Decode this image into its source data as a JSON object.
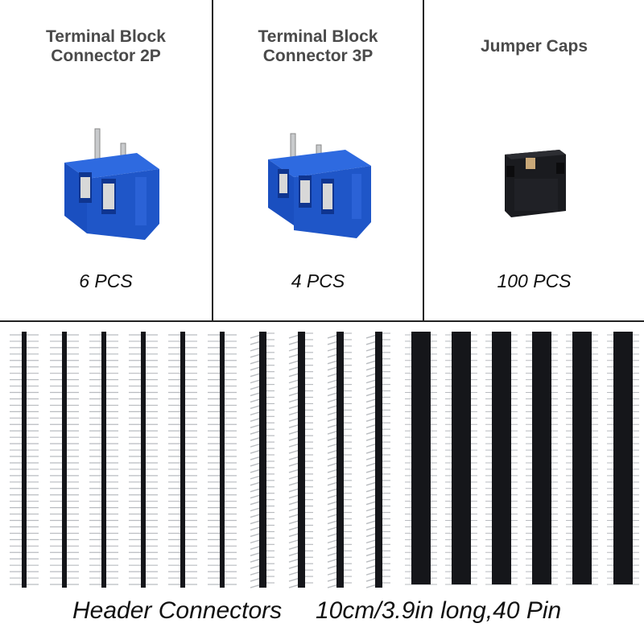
{
  "panels": [
    {
      "title_line1": "Terminal Block",
      "title_line2": "Connector 2P",
      "quantity": "6 PCS"
    },
    {
      "title_line1": "Terminal Block",
      "title_line2": "Connector 3P",
      "quantity": "4 PCS"
    },
    {
      "title_line1": "Jumper Caps",
      "title_line2": "",
      "quantity": "100 PCS"
    }
  ],
  "caption": {
    "left": "Header Connectors",
    "right": "10cm/3.9in long,40 Pin"
  },
  "colors": {
    "terminal_blue": "#1f56c8",
    "terminal_blue_dark": "#123e9c",
    "header_black": "#15161a",
    "pin_metal": "#b9bcc0"
  },
  "icons": [
    "terminal-block-2p-image",
    "terminal-block-3p-image",
    "jumper-cap-image",
    "male-header-strip",
    "right-angle-header-strip",
    "female-header-strip"
  ]
}
